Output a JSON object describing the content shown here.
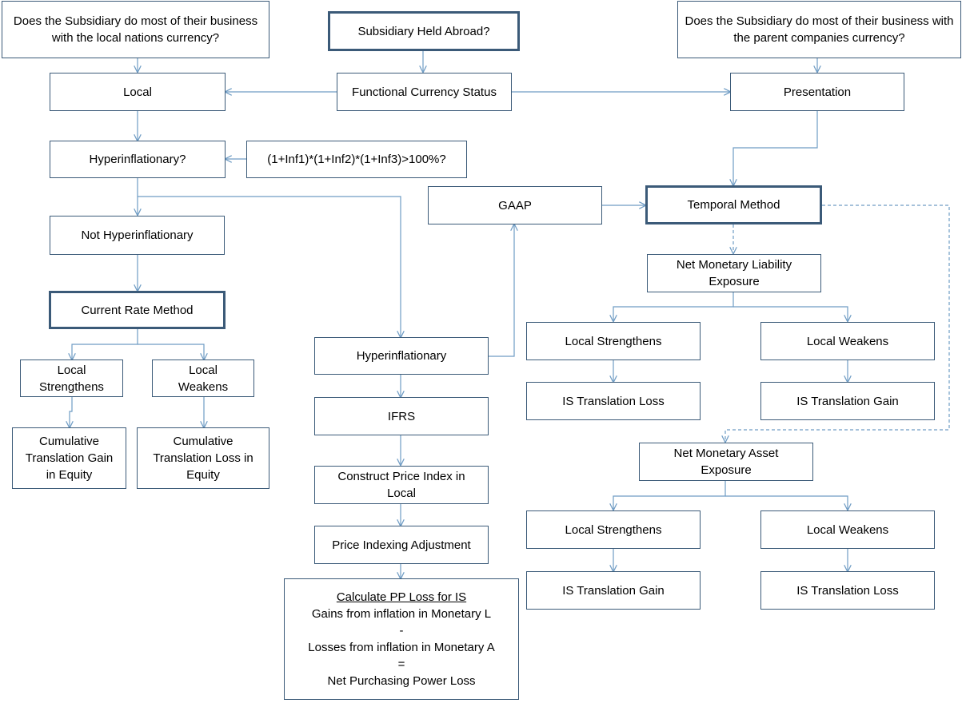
{
  "nodes": {
    "q_local": "Does the Subsidiary do most of their business with the local nations currency?",
    "held_abroad": "Subsidiary Held Abroad?",
    "q_parent": "Does the Subsidiary do most of their business with the parent companies currency?",
    "local": "Local",
    "functional": "Functional Currency Status",
    "presentation": "Presentation",
    "hyper_q": "Hyperinflationary?",
    "formula": "(1+Inf1)*(1+Inf2)*(1+Inf3)>100%?",
    "gaap": "GAAP",
    "temporal": "Temporal Method",
    "not_hyper": "Not Hyperinflationary",
    "nml_exposure": "Net Monetary Liability Exposure",
    "current_rate": "Current Rate Method",
    "local_strengthens_1": "Local Strengthens",
    "local_weakens_1": "Local Weakens",
    "hyperinflationary": "Hyperinflationary",
    "local_strengthens_2": "Local Strengthens",
    "local_weakens_2": "Local Weakens",
    "is_loss_1": "IS Translation Loss",
    "is_gain_1": "IS Translation Gain",
    "ifrs": "IFRS",
    "cum_gain": "Cumulative Translation Gain in Equity",
    "cum_loss": "Cumulative Translation Loss in Equity",
    "nma_exposure": "Net Monetary Asset Exposure",
    "price_index": "Construct Price Index in Local",
    "local_strengthens_3": "Local Strengthens",
    "local_weakens_3": "Local Weakens",
    "price_adj": "Price Indexing Adjustment",
    "is_gain_2": "IS Translation Gain",
    "is_loss_2": "IS Translation Loss",
    "pp_title": "Calculate PP Loss for IS",
    "pp_line1": "Gains from inflation in Monetary L",
    "pp_line2": "-",
    "pp_line3": "Losses from inflation in Monetary A",
    "pp_line4": "=",
    "pp_line5": "Net Purchasing Power Loss"
  },
  "colors": {
    "border": "#3b5a78",
    "line": "#6f9cc4"
  }
}
